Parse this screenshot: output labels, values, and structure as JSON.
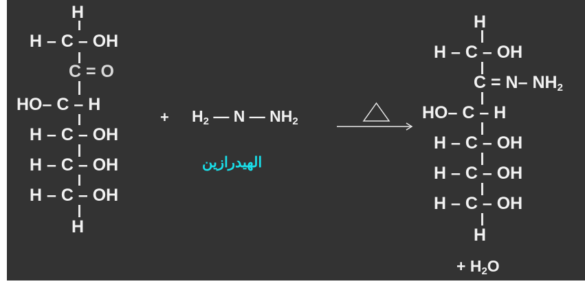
{
  "reactant_sugar": {
    "top_h": "H",
    "row1": "H – C – OH",
    "row2": "C = O",
    "row3": "HO– C – H",
    "row4": "H – C – OH",
    "row5": "H – C – OH",
    "row6": "H – C – OH",
    "bottom_h": "H"
  },
  "plus_sign": "+",
  "reagent": {
    "h": "H",
    "sub2": "2",
    "dash1": " — ",
    "n": "N",
    "dash2": " — ",
    "nh": "NH",
    "sub2b": "2"
  },
  "reagent_name_arabic": "الهيدرازين",
  "condition_symbol": "△",
  "product": {
    "top_h": "H",
    "row1": "H – C – OH",
    "row2": "C = N– NH",
    "row2_sub": "2",
    "row3": "HO– C – H",
    "row4": "H – C – OH",
    "row5": "H – C – OH",
    "row6": "H – C – OH",
    "bottom_h": "H"
  },
  "byproduct": {
    "prefix": "+ H",
    "sub": "2",
    "suffix": "O"
  },
  "colors": {
    "background": "#333333",
    "text": "#f2f2f2",
    "arabic_label": "#19e0ea"
  }
}
